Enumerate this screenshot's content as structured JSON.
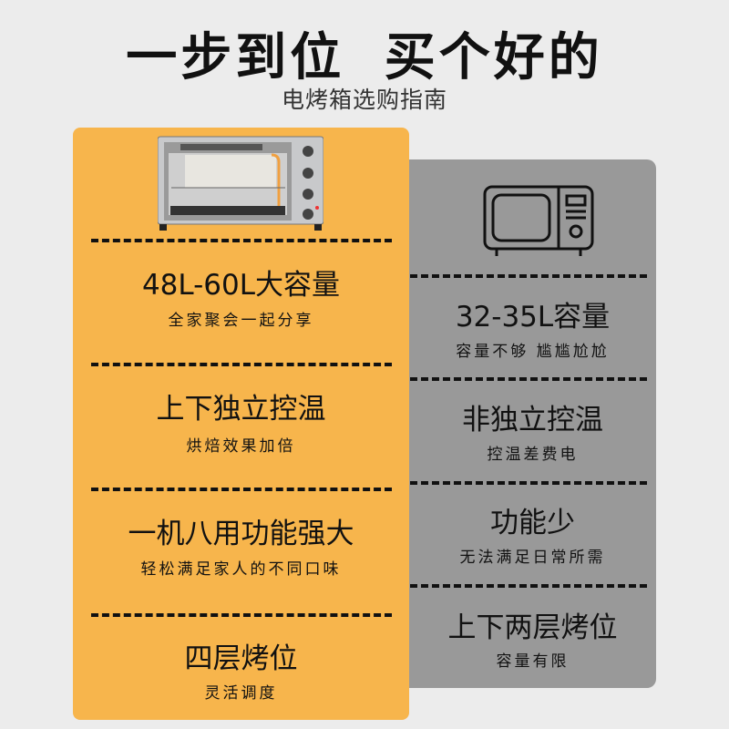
{
  "header": {
    "title": "一步到位 买个好的",
    "subtitle": "电烤箱选购指南"
  },
  "colors": {
    "background": "#ececec",
    "recommended_panel": "#f7b54c",
    "other_panel": "#999999"
  },
  "oven_panel": {
    "image": "oven-photo",
    "features": [
      {
        "title": "48L-60L大容量",
        "desc": "全家聚会一起分享"
      },
      {
        "title": "上下独立控温",
        "desc": "烘焙效果加倍"
      },
      {
        "title": "一机八用功能强大",
        "desc": "轻松满足家人的不同口味"
      },
      {
        "title": "四层烤位",
        "desc": "灵活调度"
      }
    ]
  },
  "other_panel": {
    "icon": "microwave-icon",
    "features": [
      {
        "title": "32-35L容量",
        "desc": "容量不够 尴尴尬尬"
      },
      {
        "title": "非独立控温",
        "desc": "控温差费电"
      },
      {
        "title": "功能少",
        "desc": "无法满足日常所需"
      },
      {
        "title": "上下两层烤位",
        "desc": "容量有限"
      }
    ]
  }
}
